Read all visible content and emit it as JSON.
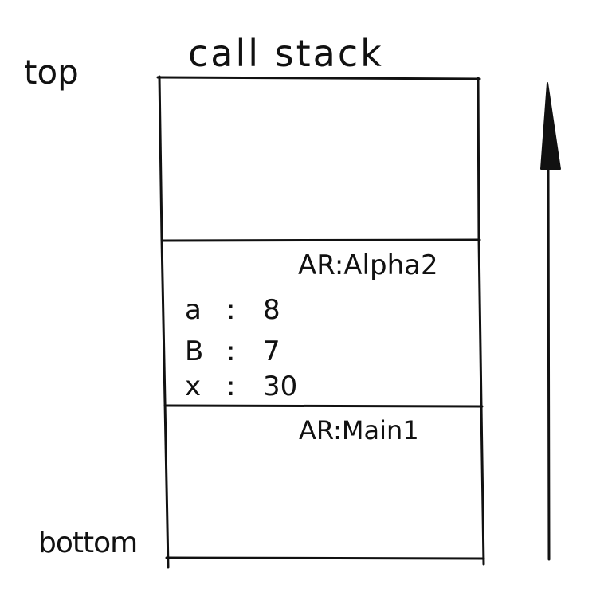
{
  "title": "call stack",
  "labels": {
    "top": "top",
    "bottom": "bottom"
  },
  "frames": [
    {
      "name": "",
      "variables": []
    },
    {
      "name": "AR:Alpha2",
      "variables": [
        {
          "name": "a",
          "sep": ":",
          "value": "8"
        },
        {
          "name": "B",
          "sep": ":",
          "value": "7"
        },
        {
          "name": "x",
          "sep": ":",
          "value": "30"
        }
      ]
    },
    {
      "name": "AR:Main1",
      "variables": []
    }
  ],
  "colors": {
    "ink": "#111111",
    "background": "#ffffff"
  },
  "icons": {
    "arrow": "upward-arrow-icon"
  }
}
